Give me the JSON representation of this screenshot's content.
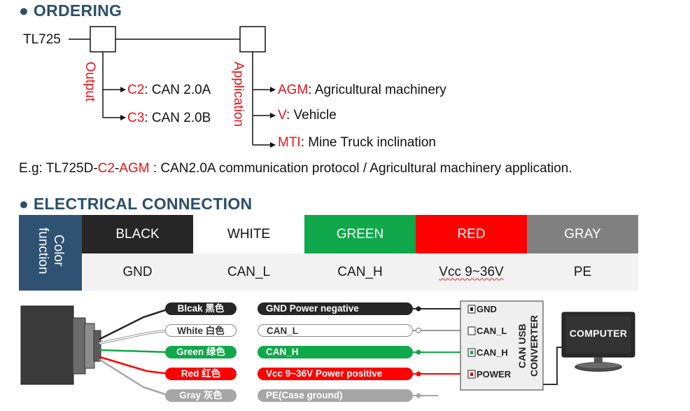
{
  "ordering": {
    "heading": "● ORDERING",
    "model": "TL725",
    "output_label": "Output",
    "application_label": "Application",
    "outputs": [
      {
        "code": "C2",
        "desc": ": CAN 2.0A"
      },
      {
        "code": "C3",
        "desc": ": CAN 2.0B"
      }
    ],
    "applications": [
      {
        "code": "AGM",
        "desc": ": Agricultural machinery"
      },
      {
        "code": "V",
        "desc": ": Vehicle"
      },
      {
        "code": "MTI",
        "desc": ": Mine Truck inclination"
      }
    ],
    "example": {
      "prefix": "E.g: TL725D-",
      "code1": "C2",
      "dash": "-",
      "code2": "AGM",
      "suffix": " : CAN2.0A communication protocol / Agricultural machinery application."
    }
  },
  "electrical": {
    "heading": "● ELECTRICAL CONNECTION",
    "header_label": "Color function",
    "columns": [
      {
        "color": "BLACK",
        "function": "GND"
      },
      {
        "color": "WHITE",
        "function": "CAN_L"
      },
      {
        "color": "GREEN",
        "function": "CAN_H"
      },
      {
        "color": "RED",
        "function": "Vcc 9~36V"
      },
      {
        "color": "GRAY",
        "function": "PE"
      }
    ]
  },
  "wiring": {
    "wires": [
      {
        "tag": "Blcak 黑色",
        "desc": "GND Power negative",
        "color": "#262626"
      },
      {
        "tag": "White 白色",
        "desc": "CAN_L",
        "color": "#ffffff"
      },
      {
        "tag": "Green 绿色",
        "desc": "CAN_H",
        "color": "#0fa84a"
      },
      {
        "tag": "Red 红色",
        "desc": "Vcc 9~36V Power positive",
        "color": "#ff0000"
      },
      {
        "tag": "Gray 灰色",
        "desc": "PE(Case ground)",
        "color": "#a6a6a6"
      }
    ],
    "converter_pins": [
      "GND",
      "CAN_L",
      "CAN_H",
      "POWER"
    ],
    "converter_label": "CAN USB CONVERTER",
    "computer_label": "COMPUTER"
  }
}
